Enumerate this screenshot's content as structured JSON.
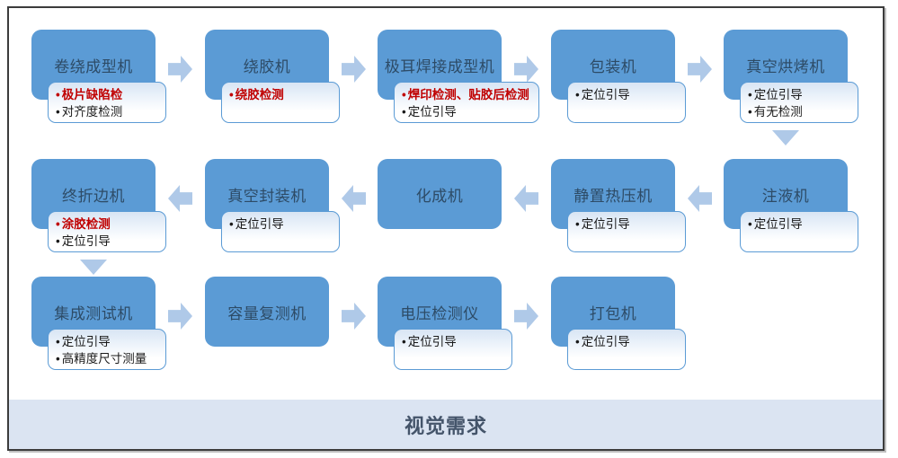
{
  "palette": {
    "box_blue": "#5b9bd5",
    "arrow_blue": "#afc9e8",
    "emphasis_red": "#c00000",
    "box_text": "#2d4b66",
    "footer_bg": "#dbe4f2",
    "footer_text": "#44546a"
  },
  "footer": {
    "title": "视觉需求"
  },
  "flow": {
    "rows": [
      {
        "direction": "right",
        "nodes": [
          {
            "title": "卷绕成型机",
            "items": [
              {
                "text": "极片缺陷检",
                "em": true
              },
              {
                "text": "对齐度检测",
                "em": false
              }
            ]
          },
          {
            "title": "绕胶机",
            "items": [
              {
                "text": "绕胶检测",
                "em": true
              }
            ]
          },
          {
            "title": "极耳焊接成型机",
            "items": [
              {
                "text": "焊印检测、贴胶后检测",
                "em": true
              },
              {
                "text": "定位引导",
                "em": false
              }
            ]
          },
          {
            "title": "包装机",
            "items": [
              {
                "text": "定位引导",
                "em": false
              }
            ]
          },
          {
            "title": "真空烘烤机",
            "items": [
              {
                "text": "定位引导",
                "em": false
              },
              {
                "text": "有无检测",
                "em": false
              }
            ]
          }
        ]
      },
      {
        "direction": "left",
        "nodes": [
          {
            "title": "终折边机",
            "items": [
              {
                "text": "涂胶检测",
                "em": true
              },
              {
                "text": "定位引导",
                "em": false
              }
            ]
          },
          {
            "title": "真空封装机",
            "items": [
              {
                "text": "定位引导",
                "em": false
              }
            ]
          },
          {
            "title": "化成机",
            "items": []
          },
          {
            "title": "静置热压机",
            "items": [
              {
                "text": "定位引导",
                "em": false
              }
            ]
          },
          {
            "title": "注液机",
            "items": [
              {
                "text": "定位引导",
                "em": false
              }
            ]
          }
        ]
      },
      {
        "direction": "right",
        "nodes": [
          {
            "title": "集成测试机",
            "items": [
              {
                "text": "定位引导",
                "em": false
              },
              {
                "text": "高精度尺寸测量",
                "em": false
              }
            ]
          },
          {
            "title": "容量复测机",
            "items": []
          },
          {
            "title": "电压检测仪",
            "items": [
              {
                "text": "定位引导",
                "em": false
              }
            ]
          },
          {
            "title": "打包机",
            "items": [
              {
                "text": "定位引导",
                "em": false
              }
            ]
          }
        ]
      }
    ]
  }
}
